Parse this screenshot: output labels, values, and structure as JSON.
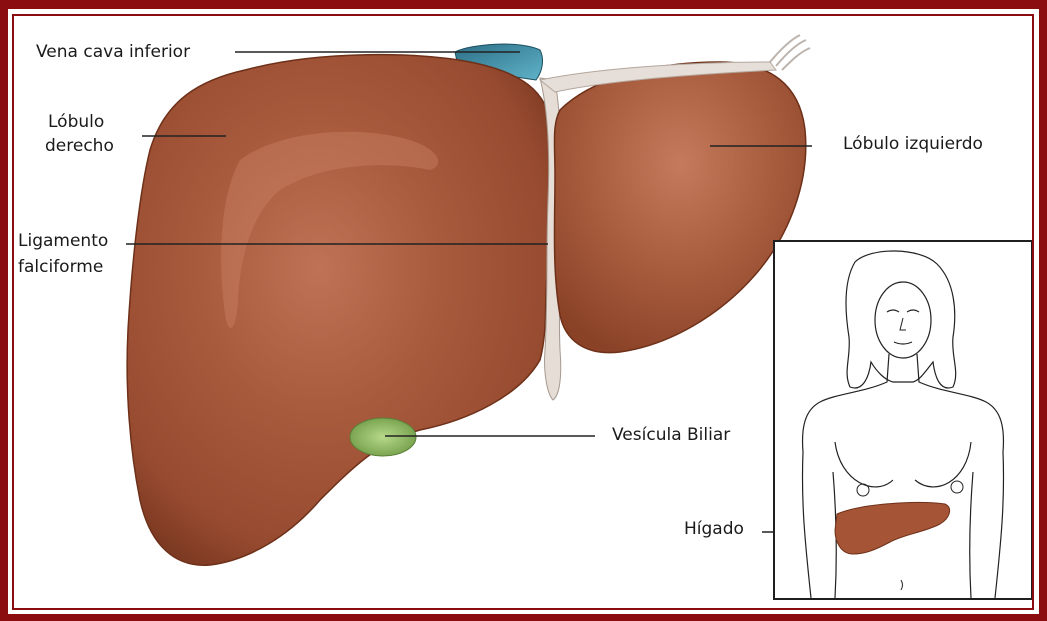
{
  "labels": {
    "vena_cava": "Vena cava inferior",
    "lobulo_derecho_line1": "Lóbulo",
    "lobulo_derecho_line2": "derecho",
    "lobulo_izquierdo": "Lóbulo izquierdo",
    "ligamento_line1": "Ligamento",
    "ligamento_line2": "falciforme",
    "vesicula": "Vesícula Biliar",
    "higado": "Hígado"
  },
  "colors": {
    "frame": "#8b0d10",
    "liver": "#a55536",
    "liver_highlight": "#c98063",
    "gallbladder": "#8fbf60",
    "vena_cava": "#3f8fa6"
  }
}
